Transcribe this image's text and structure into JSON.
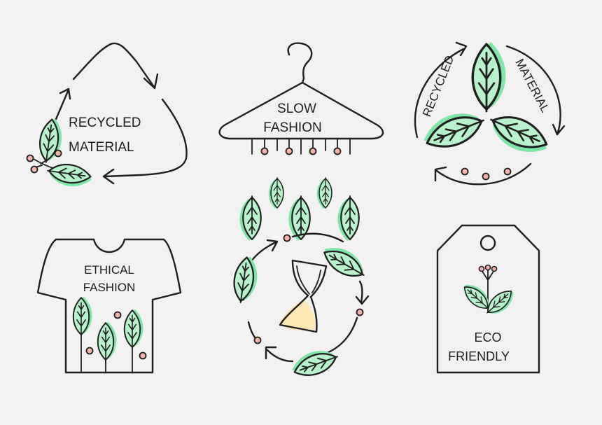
{
  "colors": {
    "background": "#f2f2f2",
    "stroke": "#1f1f1f",
    "leaf_fill": "#b8f2cc",
    "leaf_shadow": "#7fe5a8",
    "berry": "#f2b4ac",
    "sand": "#fde7b5"
  },
  "badges": {
    "recycled_material": {
      "line1": "RECYCLED",
      "line2": "MATERIAL"
    },
    "slow_fashion": {
      "line1": "SLOW",
      "line2": "FASHION"
    },
    "recycled_circle": {
      "arc_left": "RECYCLED",
      "arc_right": "MATERIAL"
    },
    "ethical_fashion": {
      "line1": "ETHICAL",
      "line2": "FASHION"
    },
    "eco_friendly": {
      "line1": "ECO",
      "line2": "FRIENDLY"
    }
  }
}
